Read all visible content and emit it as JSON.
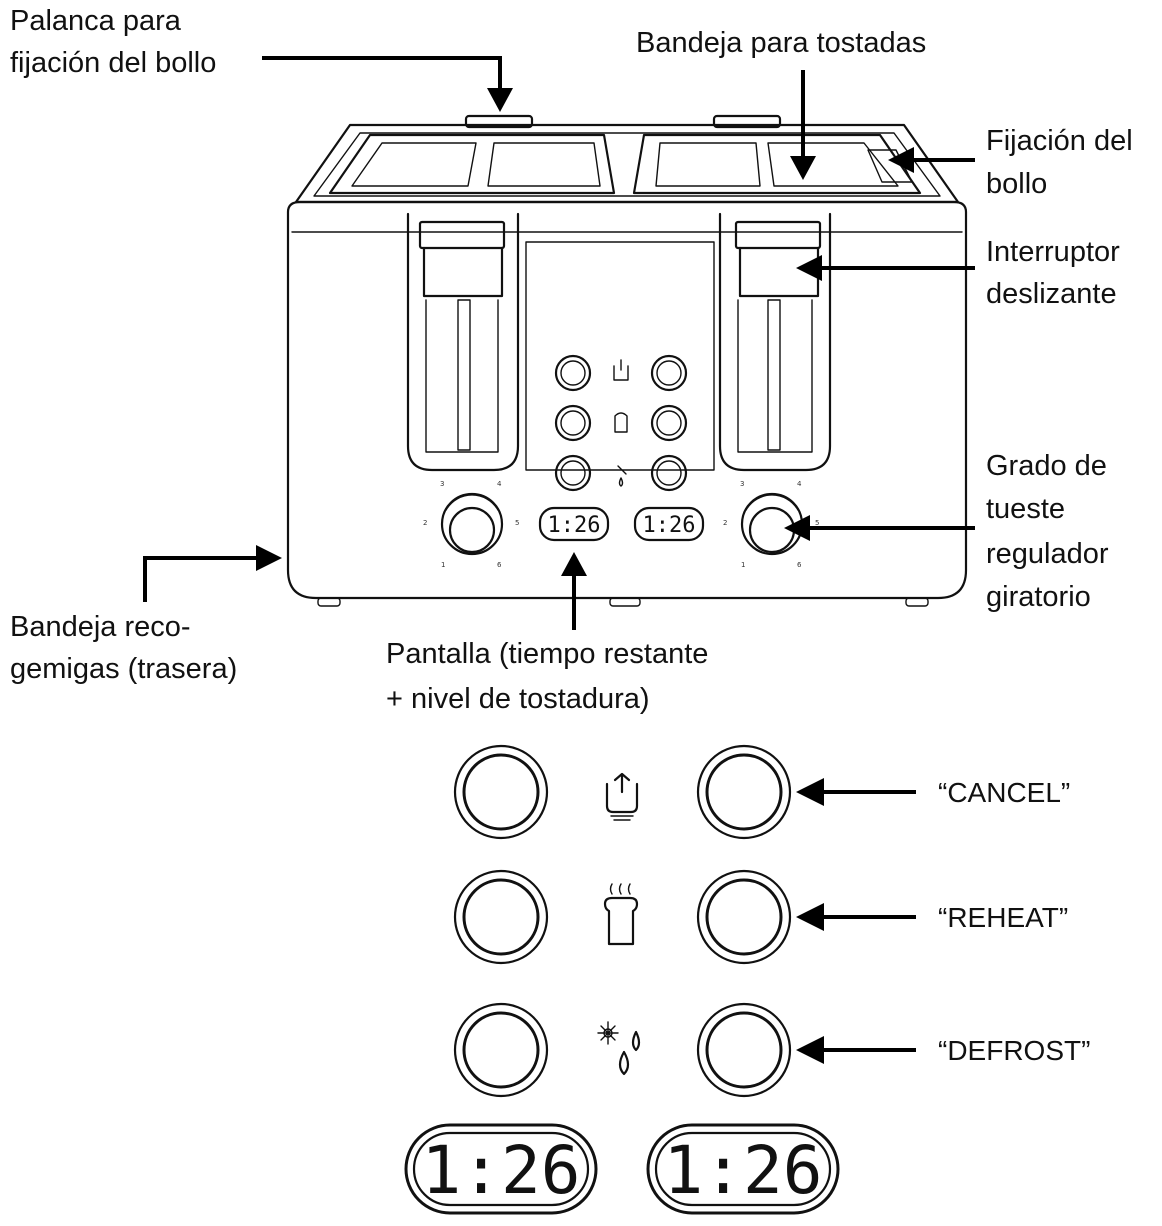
{
  "labels": {
    "palanca_l1": "Palanca para",
    "palanca_l2": "fijación del bollo",
    "bandeja_tostadas": "Bandeja para tostadas",
    "fijacion_l1": "Fijación del",
    "fijacion_l2": "bollo",
    "interruptor_l1": "Interruptor",
    "interruptor_l2": "deslizante",
    "grado_l1": "Grado de",
    "grado_l2": "tueste",
    "grado_l3": "regulador",
    "grado_l4": "giratorio",
    "bandeja_reco_l1": "Bandeja reco-",
    "bandeja_reco_l2": "gemigas (trasera)",
    "pantalla_l1": "Pantalla (tiempo restante",
    "pantalla_l2": "+ nivel de tostadura)"
  },
  "buttons": {
    "cancel": "“CANCEL”",
    "reheat": "“REHEAT”",
    "defrost": "“DEFROST”"
  },
  "display": {
    "left_time": "1:26",
    "right_time": "1:26"
  },
  "dial": {
    "marks": [
      "1",
      "2",
      "3",
      "4",
      "5",
      "6"
    ]
  },
  "icons": [
    "bagel-lift-icon",
    "reheat-toast-icon",
    "defrost-icon"
  ]
}
